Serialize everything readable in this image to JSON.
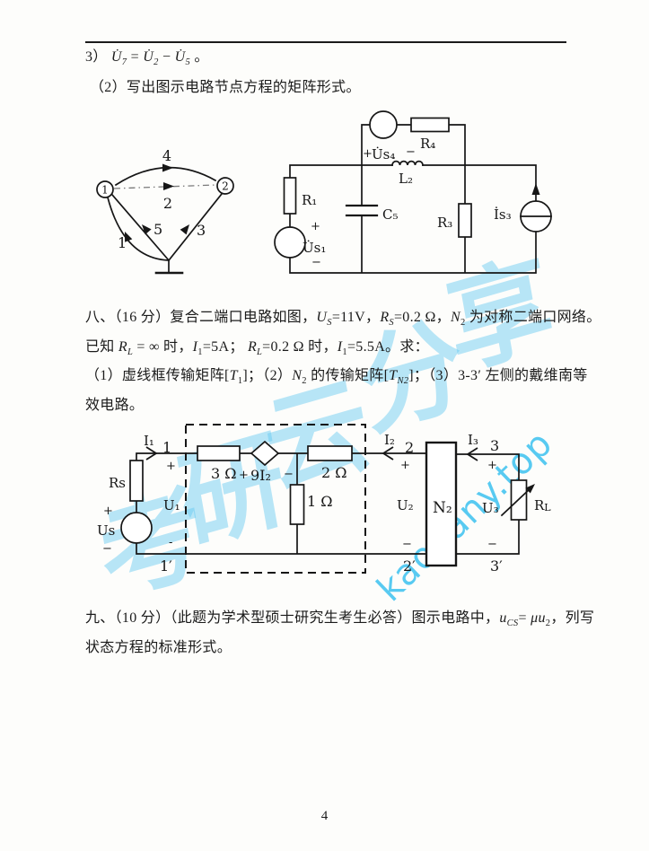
{
  "watermark": {
    "characters": [
      "考",
      "研",
      "云",
      "分",
      "享"
    ],
    "url": "kaoyany.top"
  },
  "text": {
    "answer_line": [
      {
        "t": "3） "
      },
      {
        "t": "U̇",
        "i": 1
      },
      {
        "s": "7",
        "i": 1
      },
      {
        "t": " = "
      },
      {
        "t": "U̇",
        "i": 1
      },
      {
        "s": "2",
        "i": 1
      },
      {
        "t": " − "
      },
      {
        "t": "U̇",
        "i": 1
      },
      {
        "s": "5",
        "i": 1
      },
      {
        "t": " 。"
      }
    ],
    "q2_line": [
      {
        "t": "（2）写出图示电路节点方程的矩阵形式。"
      }
    ],
    "p8_lines": [
      [
        {
          "t": "八、（16 分）复合二端口电路如图，"
        },
        {
          "t": "U",
          "i": 1
        },
        {
          "s": "S",
          "i": 1
        },
        {
          "t": "=11V，"
        },
        {
          "t": "R",
          "i": 1
        },
        {
          "s": "S",
          "i": 1
        },
        {
          "t": "=0.2 Ω，"
        },
        {
          "t": "N",
          "i": 1
        },
        {
          "s": "2"
        },
        {
          "t": " 为对称二端口网络。"
        }
      ],
      [
        {
          "t": "已知 "
        },
        {
          "t": "R",
          "i": 1
        },
        {
          "s": "L",
          "i": 1
        },
        {
          "t": " = ∞ 时，"
        },
        {
          "t": "I",
          "i": 1
        },
        {
          "s": "1"
        },
        {
          "t": "=5A；  "
        },
        {
          "t": "R",
          "i": 1
        },
        {
          "s": "L",
          "i": 1
        },
        {
          "t": "=0.2 Ω 时，"
        },
        {
          "t": "I",
          "i": 1
        },
        {
          "s": "1"
        },
        {
          "t": "=5.5A。求："
        }
      ],
      [
        {
          "t": "（1）虚线框传输矩阵["
        },
        {
          "t": "T",
          "i": 1
        },
        {
          "s": "1"
        },
        {
          "t": "]；（2）"
        },
        {
          "t": "N",
          "i": 1
        },
        {
          "s": "2"
        },
        {
          "t": " 的传输矩阵["
        },
        {
          "t": "T",
          "i": 1
        },
        {
          "s": "N2",
          "i": 1
        },
        {
          "t": "]；（3）3-3′ 左侧的戴维南等"
        }
      ],
      [
        {
          "t": "效电路。"
        }
      ]
    ],
    "p9_lines": [
      [
        {
          "t": "九、（10 分）（此题为学术型硕士研究生考生必答）图示电路中，"
        },
        {
          "t": "u",
          "i": 1
        },
        {
          "s": "CS",
          "i": 1
        },
        {
          "t": "= "
        },
        {
          "t": "μ",
          "i": 1
        },
        {
          "t": "u",
          "i": 1
        },
        {
          "s": "2"
        },
        {
          "t": "，列写"
        }
      ],
      [
        {
          "t": "状态方程的标准形式。"
        }
      ]
    ]
  },
  "graph": {
    "node1": "1",
    "node2": "2",
    "edge1": "1",
    "edge2": "2",
    "edge3": "3",
    "edge4": "4",
    "edge5": "5"
  },
  "circuit1": {
    "r1": "R₁",
    "us1": "U̇s₁",
    "us1_plus": "+",
    "us1_minus": "−",
    "c5": "C₅",
    "us4": "U̇s₄",
    "us4_plus": "+",
    "us4_minus": "−",
    "r4": "R₄",
    "l2": "L₂",
    "r3": "R₃",
    "is3": "İs₃"
  },
  "circuit2": {
    "i1": "I₁",
    "t1": "1",
    "t1_plus": "+",
    "t1p": "1′",
    "rs": "Rs",
    "us": "Us",
    "us_plus": "+",
    "us_minus": "−",
    "u1": "U₁",
    "u1_minus": "-",
    "r3ohm": "3 Ω",
    "ctrl_plus": "+",
    "ctrl": "9I₂",
    "ctrl_minus": "−",
    "r2ohm": "2 Ω",
    "r1ohm": "1 Ω",
    "i2": "I₂",
    "t2": "2",
    "t2_plus": "+",
    "u2": "U₂",
    "u2_minus": "−",
    "t2p": "2′",
    "n2": "N₂",
    "i3": "I₃",
    "t3": "3",
    "t3_plus": "+",
    "u3": "U₃",
    "u3_minus": "−",
    "t3p": "3′",
    "rl_r": "R",
    "rl_l": "L"
  },
  "page_number": "4"
}
